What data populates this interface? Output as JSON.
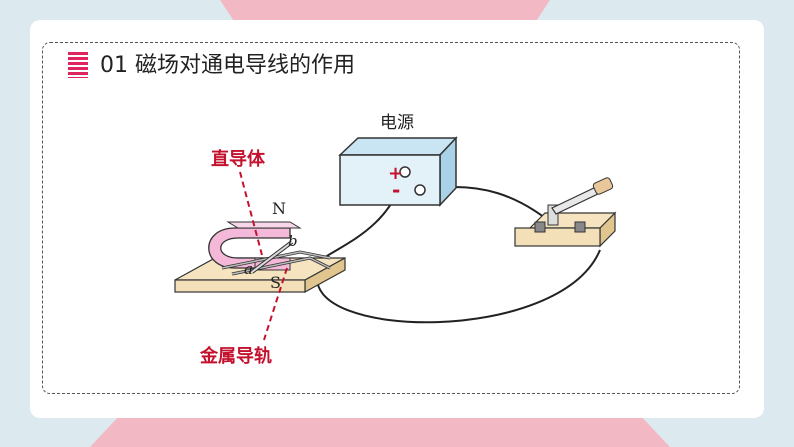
{
  "slide": {
    "title": "01 磁场对通电导线的作用"
  },
  "diagram": {
    "power_source_label": "电源",
    "plus_sign": "+",
    "minus_sign": "-",
    "straight_conductor_label": "直导体",
    "metal_rail_label": "金属导轨",
    "pole_north": "N",
    "pole_south": "S",
    "point_a": "a",
    "point_b": "b",
    "colors": {
      "accent_red": "#c4122e",
      "power_box": "#e3f1f8",
      "board_wood": "#f3dfb8",
      "magnet_pink": "#f4b8d8"
    }
  }
}
